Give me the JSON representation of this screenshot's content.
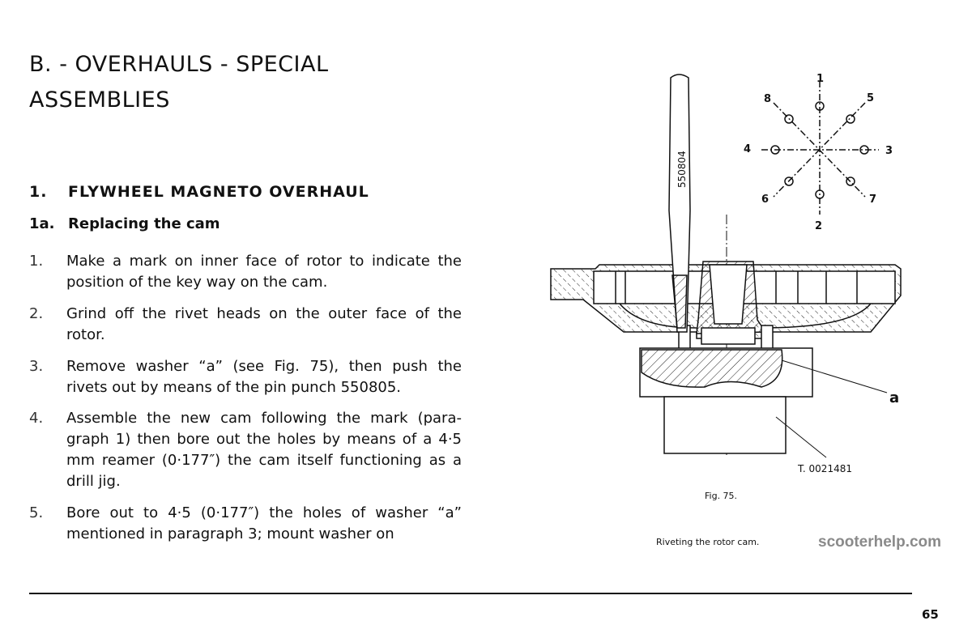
{
  "header": {
    "title_line1": "B. - OVERHAULS - SPECIAL",
    "title_line2": "ASSEMBLIES"
  },
  "section": {
    "number": "1.",
    "title": "FLYWHEEL MAGNETO OVERHAUL",
    "subsection_number": "1a.",
    "subsection_title": "Replacing the cam"
  },
  "steps": [
    {
      "number": "1.",
      "text": "Make a mark on inner face of rotor to indicate the position of the key way on the cam."
    },
    {
      "number": "2.",
      "text": "Grind off the rivet heads on the outer face of the rotor."
    },
    {
      "number": "3.",
      "text": "Remove washer “a” (see Fig. 75), then push the rivets out by means of the pin punch 550805."
    },
    {
      "number": "4.",
      "text": "Assemble the new cam following the mark (para-graph 1) then bore out the holes by means of a 4·5 mm reamer (0·177″) the cam itself functioning as a drill jig."
    },
    {
      "number": "5.",
      "text": "Bore out to 4·5 (0·177″) the holes of washer “a” mentioned in paragraph 3; mount washer on"
    }
  ],
  "figure": {
    "punch_label": "550804",
    "hole_labels": [
      "1",
      "2",
      "3",
      "4",
      "5",
      "6",
      "7",
      "8"
    ],
    "part_label": "a",
    "tool_label": "T. 0021481",
    "fig_number": "Fig. 75.",
    "caption": "Riveting the rotor cam."
  },
  "watermark": "scooterhelp.com",
  "page_number": "65"
}
